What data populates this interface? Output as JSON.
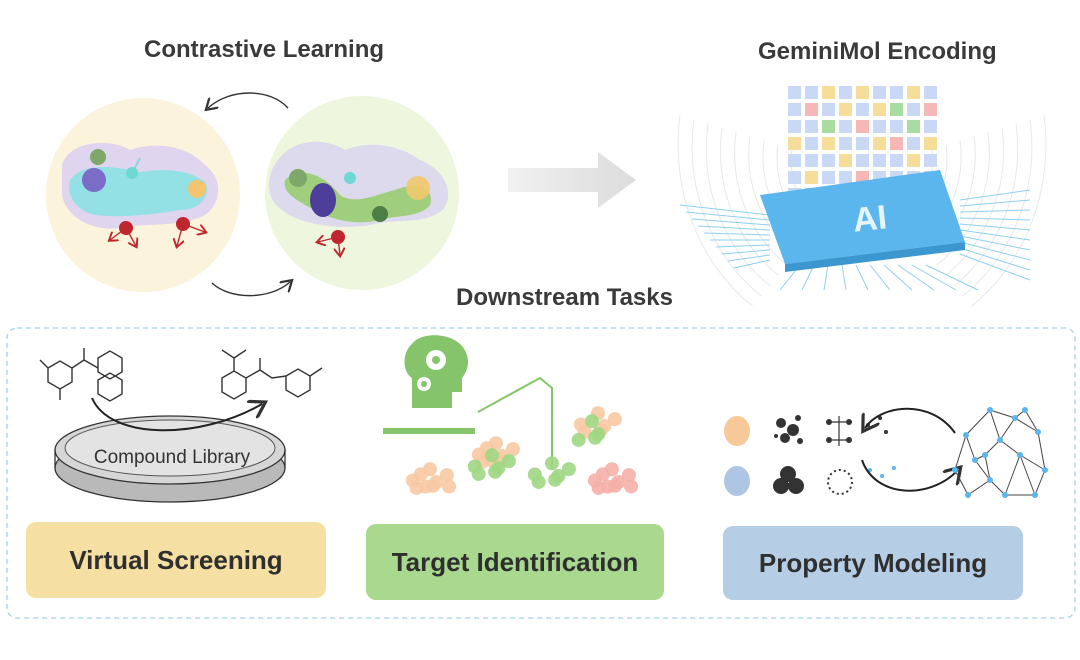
{
  "titles": {
    "contrastive": "Contrastive Learning",
    "encoding": "GeminiMol Encoding",
    "downstream": "Downstream Tasks"
  },
  "chip_label": "AI",
  "compound_library_label": "Compound Library",
  "tasks": [
    {
      "label": "Virtual Screening",
      "color": "#f5dfa3"
    },
    {
      "label": "Target Identification",
      "color": "#a9d88f"
    },
    {
      "label": "Property Modeling",
      "color": "#b6cde6"
    }
  ],
  "colors": {
    "left_circle": "#fbf3dc",
    "right_circle": "#eef6de",
    "grid_blue": "#c8d8f5",
    "grid_yellow": "#f6dd9a",
    "grid_red": "#f6b7b7",
    "grid_green": "#a9dca0",
    "chip_blue": "#5ab6ec",
    "dashed_border": "#9fd2e6"
  }
}
